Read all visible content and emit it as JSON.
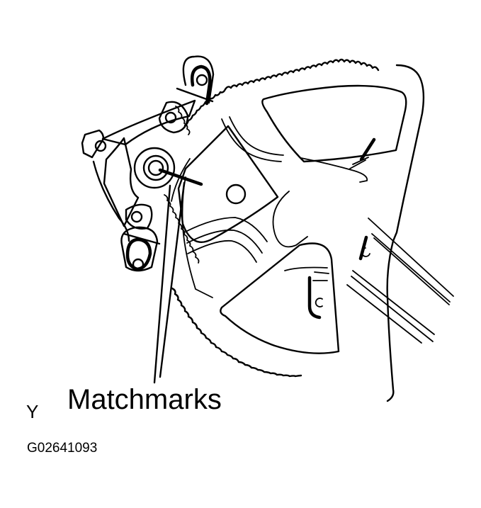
{
  "figure": {
    "description": "Window regulator sector gear and pinion assembly line drawing",
    "callout_label": "Matchmarks",
    "view_letter": "Y",
    "figure_id": "G02641093"
  },
  "colors": {
    "line": "#000000",
    "background": "#ffffff"
  }
}
